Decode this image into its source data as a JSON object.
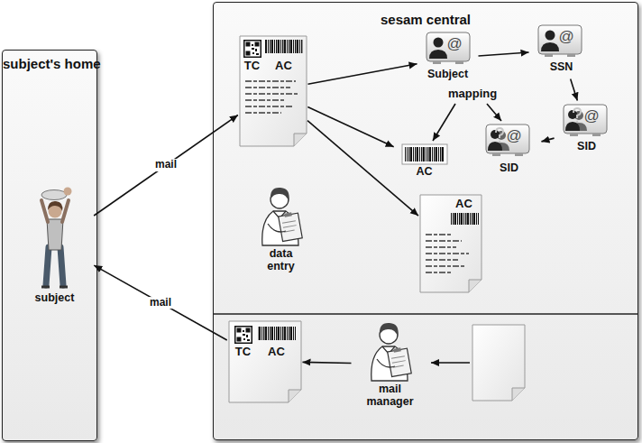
{
  "diagram": {
    "nodes": [
      {
        "text": [
          "subject's home"
        ]
      },
      {
        "text": [
          "subject"
        ],
        "in": 0
      },
      {
        "text": [
          "sesam central"
        ]
      },
      {
        "text": [
          "TC",
          "AC"
        ],
        "in": 2
      },
      {
        "text": [
          "@",
          "Subject"
        ],
        "in": 2
      },
      {
        "text": [
          "@",
          "SSN"
        ],
        "in": 2
      },
      {
        "text": [
          "@",
          "SID"
        ],
        "in": 2
      },
      {
        "text": [
          "AC"
        ],
        "in": 2
      },
      {
        "text": [
          "@",
          "SID"
        ],
        "in": 2
      },
      {
        "text": [
          "data entry"
        ],
        "in": 2
      },
      {
        "text": [
          "AC"
        ],
        "in": 2
      },
      {
        "text": [
          "TC",
          "AC"
        ],
        "in": 2
      },
      {
        "text": [
          "mail manager"
        ],
        "in": 2
      }
    ],
    "edges": [
      {
        "from": 1,
        "to": 3,
        "label": "mail",
        "arrow": "to"
      },
      {
        "from": 11,
        "to": 1,
        "label": "mail",
        "arrow": "to"
      },
      {
        "from": 3,
        "to": 4,
        "arrow": "to"
      },
      {
        "from": 4,
        "to": 5,
        "arrow": "to"
      },
      {
        "from": 5,
        "to": 6,
        "arrow": "to"
      },
      {
        "from": 6,
        "to": 8,
        "arrow": "to"
      },
      {
        "from": 3,
        "to": 7,
        "arrow": "to"
      },
      {
        "from": 3,
        "to": 10,
        "arrow": "to"
      },
      {
        "from": 12,
        "to": 11,
        "arrow": "to"
      }
    ],
    "labels": [
      "mapping"
    ]
  }
}
